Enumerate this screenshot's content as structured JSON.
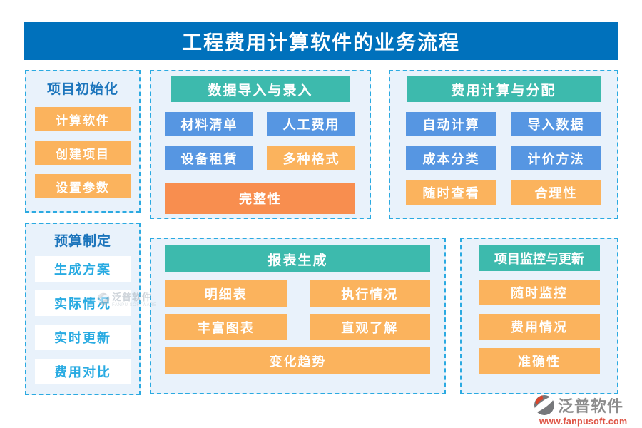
{
  "title": "工程费用计算软件的业务流程",
  "panels": {
    "init": {
      "header": "项目初始化",
      "buttons": [
        "计算软件",
        "创建项目",
        "设置参数"
      ]
    },
    "budget": {
      "header": "预算制定",
      "buttons": [
        "生成方案",
        "实际情况",
        "实时更新",
        "费用对比"
      ]
    },
    "data_import": {
      "header": "数据导入与录入",
      "buttons": [
        "材料清单",
        "人工费用",
        "设备租赁",
        "多种格式"
      ],
      "footer": "完整性"
    },
    "cost_calc": {
      "header": "费用计算与分配",
      "buttons": [
        "自动计算",
        "导入数据",
        "成本分类",
        "计价方法",
        "随时查看",
        "合理性"
      ]
    },
    "report": {
      "header": "报表生成",
      "buttons": [
        "明细表",
        "执行情况",
        "丰富图表",
        "直观了解"
      ],
      "footer": "变化趋势"
    },
    "monitor": {
      "header": "项目监控与更新",
      "buttons": [
        "随时监控",
        "费用情况",
        "准确性"
      ]
    }
  },
  "watermark": {
    "brand": "泛普软件",
    "subtitle": "FANPU SOFTWARE"
  },
  "footer_logo": {
    "brand": "泛普软件",
    "url": "www.fanpusoft.com"
  },
  "colors": {
    "title_bar": "#0071BC",
    "panel_bg": "#E9F2FB",
    "panel_border": "#2BAAE1",
    "teal": "#3DBAAD",
    "blue": "#5696E2",
    "orange": "#FBB35D",
    "orange_dark": "#F88E4F",
    "heading_text": "#1C75BC",
    "white_button_text": "#29ABE2"
  }
}
